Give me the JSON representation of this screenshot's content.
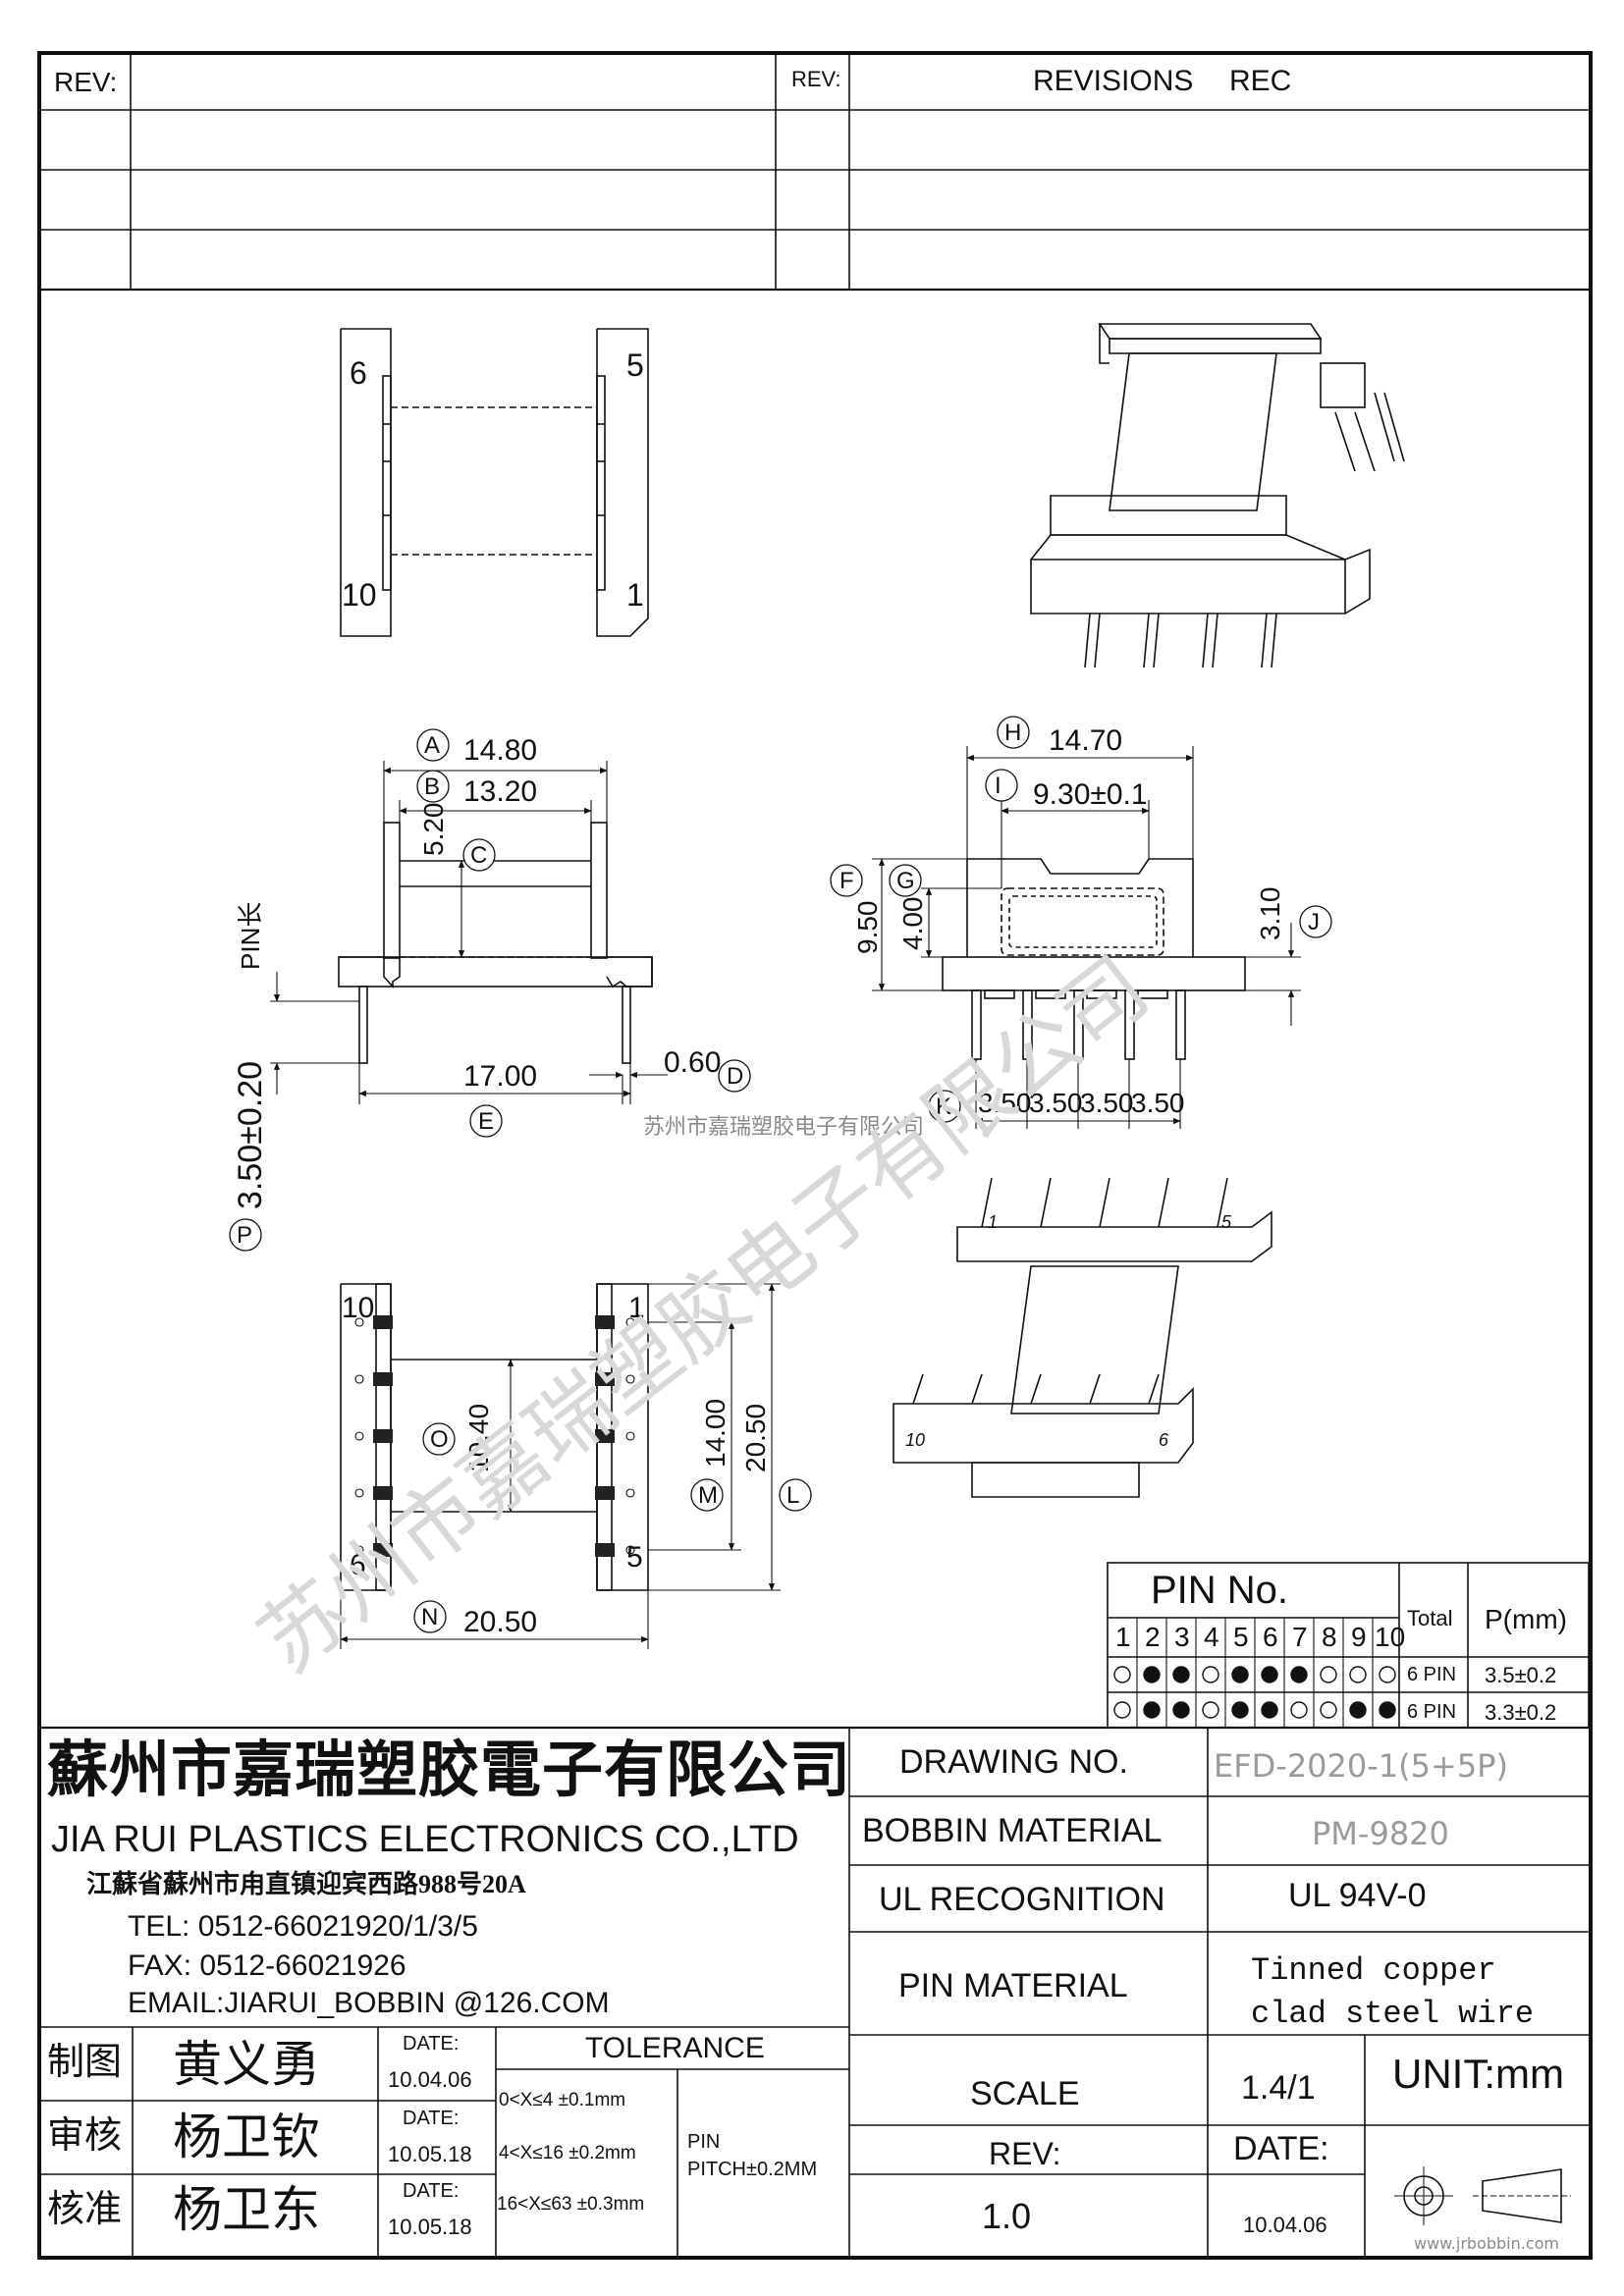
{
  "revisions": {
    "rev_left": "REV:",
    "rev_right": "REV:",
    "header": "REVISIONS",
    "rec": "REC"
  },
  "views": {
    "top_pins": {
      "tl": "6",
      "tr": "5",
      "bl": "10",
      "br": "1"
    },
    "front": {
      "a_label": "A",
      "a_val": "14.80",
      "b_label": "B",
      "b_val": "13.20",
      "c_label": "C",
      "c_val": "5.20",
      "pin_len": "PIN长",
      "d_label": "D",
      "d_val": "17.00",
      "e_label": "E",
      "e_val": "0.60",
      "p_label": "P",
      "p_val": "3.50±0.20"
    },
    "side": {
      "h_label": "H",
      "h_val": "14.70",
      "i_label": "I",
      "i_val": "9.30±0.1",
      "f_label": "F",
      "f_val": "9.50",
      "g_label": "G",
      "g_val": "4.00",
      "j_label": "J",
      "j_val": "3.10",
      "k_label": "K",
      "k_vals": [
        "3.50",
        "3.50",
        "3.50",
        "3.50"
      ]
    },
    "bottom": {
      "pin_tl": "10",
      "pin_tr": "1",
      "pin_bl": "6",
      "pin_br": "5",
      "o_label": "O",
      "o_val": "10.40",
      "m_label": "M",
      "m_val": "14.00",
      "l_label": "L",
      "l_val": "20.50",
      "n_label": "N",
      "n_val": "20.50"
    },
    "iso_pins": {
      "a": "1",
      "b": "5",
      "c": "10",
      "d": "6"
    }
  },
  "watermark": {
    "center_text": "苏州市嘉瑞塑胶电子有限公司",
    "script_text": "苏州市嘉瑞塑胶电子有限公司",
    "site": "www.jrbobbin.com"
  },
  "pin_table": {
    "title": "PIN No.",
    "total_label": "Total",
    "p_label": "P(mm)",
    "pins": [
      "1",
      "2",
      "3",
      "4",
      "5",
      "6",
      "7",
      "8",
      "9",
      "10"
    ],
    "rows": [
      {
        "filled": [
          false,
          true,
          true,
          false,
          true,
          true,
          true,
          false,
          false,
          false
        ],
        "total": "6 PIN",
        "p": "3.5±0.2"
      },
      {
        "filled": [
          false,
          true,
          true,
          false,
          true,
          true,
          false,
          false,
          true,
          true
        ],
        "total": "6 PIN",
        "p": "3.3±0.2"
      }
    ]
  },
  "company": {
    "name_cn": "蘇州市嘉瑞塑胶電子有限公司",
    "name_en": "JIA RUI PLASTICS ELECTRONICS CO.,LTD",
    "address": "江蘇省蘇州市甪直镇迎宾西路988号20A",
    "tel": "TEL: 0512-66021920/1/3/5",
    "fax": "FAX: 0512-66021926",
    "email": "EMAIL:JIARUI_BOBBIN @126.COM"
  },
  "spec": {
    "drawing_no_label": "DRAWING  NO.",
    "drawing_no": "EFD-2020-1(5+5P)",
    "bobbin_material_label": "BOBBIN  MATERIAL",
    "bobbin_material": "PM-9820",
    "ul_label": "UL RECOGNITION",
    "ul": "UL 94V-0",
    "pin_material_label": "PIN MATERIAL",
    "pin_material_1": "Tinned copper",
    "pin_material_2": "clad steel wire",
    "scale_label": "SCALE",
    "scale": "1.4/1",
    "unit": "UNIT:mm",
    "rev_label": "REV:",
    "rev": "1.0",
    "date_label": "DATE:",
    "date": "10.04.06"
  },
  "signoff": {
    "rows": [
      {
        "role": "制图",
        "name": "黄义勇",
        "date_label": "DATE:",
        "date": "10.04.06"
      },
      {
        "role": "审核",
        "name": "杨卫钦",
        "date_label": "DATE:",
        "date": "10.05.18"
      },
      {
        "role": "核准",
        "name": "杨卫东",
        "date_label": "DATE:",
        "date": "10.05.18"
      }
    ],
    "tolerance_label": "TOLERANCE",
    "tol": [
      "0<X≤4  ±0.1mm",
      "4<X≤16 ±0.2mm",
      "16<X≤63 ±0.3mm"
    ],
    "pin_pitch_1": "PIN",
    "pin_pitch_2": "PITCH±0.2MM"
  }
}
